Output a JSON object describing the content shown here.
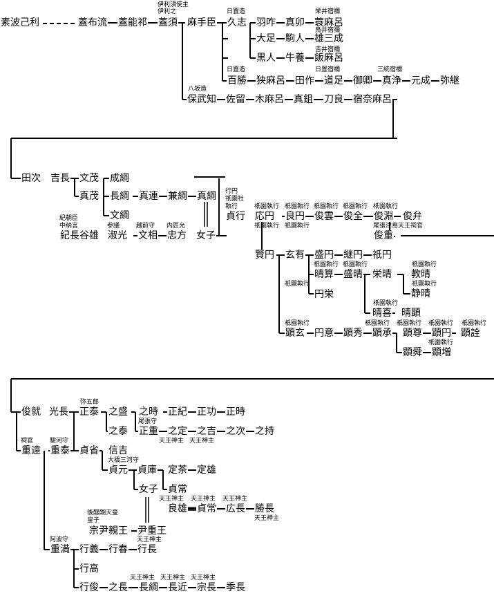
{
  "nodes": {
    "n1": "素波己利",
    "n2": "蓋布流",
    "n3": "蓋能祁",
    "n4": "蓋須",
    "n5": "麻手臣",
    "n6": "久志",
    "n7": "羽咋",
    "n8": "真卯",
    "n9": "蓑麻呂",
    "n10": "大足",
    "n11": "駒人",
    "n12": "雄三成",
    "n13": "黒人",
    "n14": "牛養",
    "n15": "飯麻呂",
    "n16": "百勝",
    "n17": "狭麻呂",
    "n18": "田作",
    "n19": "道足",
    "n20": "御卿",
    "n21": "真浄",
    "n22": "元成",
    "n23": "弥継",
    "n24": "保武知",
    "n25": "佐留",
    "n26": "木麻呂",
    "n27": "真鉏",
    "n28": "刀良",
    "n29": "宿奈麻呂",
    "n30": "田次",
    "n31": "吉長",
    "n32": "文茂",
    "n33": "成綱",
    "n34": "真茂",
    "n35": "長綱",
    "n36": "真連",
    "n37": "兼綱",
    "n38": "真綱",
    "n39": "文綱",
    "n40": "紀長谷雄",
    "n41": "淑光",
    "n42": "文相",
    "n43": "忠方",
    "n44": "女子",
    "n45": "貞行",
    "n46": "応円",
    "n47": "良円",
    "n48": "俊雲",
    "n49": "俊全",
    "n50": "俊淵",
    "n51": "俊弁",
    "n52": "俊重",
    "n53": "賢円",
    "n54": "玄有",
    "n55": "盛円",
    "n56": "継円",
    "n57": "祇円",
    "n58": "晴算",
    "n59": "盛晴",
    "n60": "栄晴",
    "n61": "教晴",
    "n62": "静晴",
    "n63": "円栄",
    "n64": "晴喜",
    "n65": "晴顕",
    "n66": "顕玄",
    "n67": "円意",
    "n68": "顕秀",
    "n69": "顕承",
    "n70": "顕尊",
    "n71": "顕円",
    "n72": "顕詮",
    "n73": "顕舜",
    "n74": "顕増",
    "n75": "俊就",
    "n76": "光長",
    "n77": "正泰",
    "n78": "之盛",
    "n79": "之時",
    "n80": "正紀",
    "n81": "正功",
    "n82": "正時",
    "n83": "之泰",
    "n84": "正重",
    "n85": "之定",
    "n86": "之吉",
    "n87": "之次",
    "n88": "之持",
    "n89": "重遠",
    "n90": "重泰",
    "n91": "貞省",
    "n92": "信吉",
    "n93": "貞元",
    "n94": "貞庫",
    "n95": "定茶",
    "n96": "定雄",
    "n97": "貞常",
    "n98": "女子",
    "n99": "良雄",
    "n100": "貞常",
    "n101": "広長",
    "n102": "勝長",
    "n103": "宗尹親王",
    "n104": "尹重王",
    "n105": "重満",
    "n106": "行義",
    "n107": "行春",
    "n108": "行長",
    "n109": "行高",
    "n110": "行俊",
    "n111": "之長",
    "n112": "長綱",
    "n113": "長近",
    "n114": "宗長",
    "n115": "季長"
  },
  "titles": {
    "t1": "伊利須使主",
    "t2": "伊利之",
    "t3": "日置造",
    "t4": "栄井宿禰",
    "t5": "鳥井宿禰",
    "t6": "吉井宿禰",
    "t7": "日置造",
    "t8": "日置宿禰",
    "t9": "三統宿禰",
    "t10": "八坂造",
    "t11": "行円",
    "t12": "祇園社",
    "t13": "執行",
    "t14": "紀朝臣",
    "t15": "中納言",
    "t16": "参議",
    "t17": "越前守",
    "t18": "内匠允",
    "t19": "祇園執行",
    "t20": "祇園執行",
    "t21": "祇園執行",
    "t22": "祇園執行",
    "t23": "祇園執行",
    "t24": "尾張津島天王祠官",
    "t25": "祇園執行",
    "t26": "祇園執行",
    "t27": "祇園執行",
    "t28": "祇園執行",
    "t29": "祇園執行",
    "t30": "祇園執行",
    "t31": "祇園執行",
    "t32": "祇園執行",
    "t33": "祇園執行",
    "t34": "祇園執行",
    "t35": "祇園執行",
    "t36": "祇園執行",
    "t37": "祇園執行",
    "t38": "祇園執行",
    "t39": "弥五郎",
    "t40": "尾張守",
    "t41": "天王神主",
    "t42": "天王神主",
    "t43": "祠官",
    "t44": "駿河守",
    "t45": "大橋三河守",
    "t46": "天王神主",
    "t47": "天王神主",
    "t48": "天王神主",
    "t49": "天王神主",
    "t50": "後醍醐天皇",
    "t51": "皇子",
    "t52": "天王神主",
    "t53": "阿波守",
    "t54": "天王神主",
    "t55": "天王神主",
    "t56": "天王神主"
  }
}
